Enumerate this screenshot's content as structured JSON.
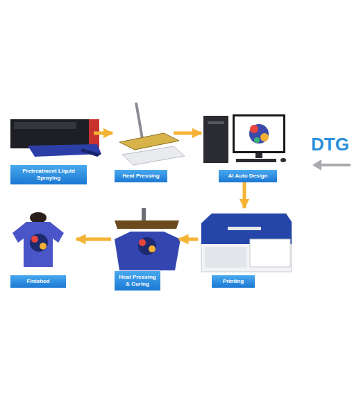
{
  "diagram": {
    "nodes": [
      {
        "text": [
          "Pretreatment Liquid Spraying"
        ]
      },
      {
        "text": [
          "Heat Pressing"
        ]
      },
      {
        "text": [
          "AI Auto Design"
        ]
      },
      {
        "text": [
          "Printing"
        ]
      },
      {
        "text": [
          "Heat Pressing & Curing"
        ]
      },
      {
        "text": [
          "Finished"
        ]
      }
    ],
    "edges": [
      {
        "from": 0,
        "to": 1,
        "arrow": "to"
      },
      {
        "from": 1,
        "to": 2,
        "arrow": "to"
      },
      {
        "from": 2,
        "to": 3,
        "arrow": "to"
      },
      {
        "from": 3,
        "to": 4,
        "arrow": "to"
      },
      {
        "from": 4,
        "to": 5,
        "arrow": "to"
      }
    ],
    "labels": [
      "DTG"
    ]
  }
}
